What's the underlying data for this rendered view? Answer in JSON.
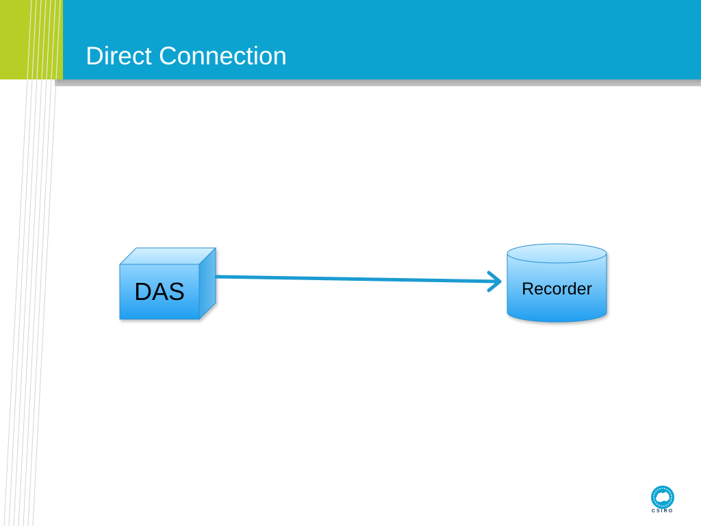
{
  "slide": {
    "title": "Direct Connection"
  },
  "diagram": {
    "nodes": [
      {
        "id": "das",
        "label": "DAS",
        "shape": "cube"
      },
      {
        "id": "recorder",
        "label": "Recorder",
        "shape": "cylinder"
      }
    ],
    "edges": [
      {
        "from": "das",
        "to": "recorder",
        "style": "arrow"
      }
    ]
  },
  "logo": {
    "text": "CSIRO",
    "icon": "csiro-logo-icon"
  },
  "colors": {
    "header": "#0da3d1",
    "accent": "#b6cf26",
    "shape_fill_top": "#a8e0ff",
    "shape_fill_bottom": "#1f9ef0",
    "arrow": "#1b9bd1"
  }
}
